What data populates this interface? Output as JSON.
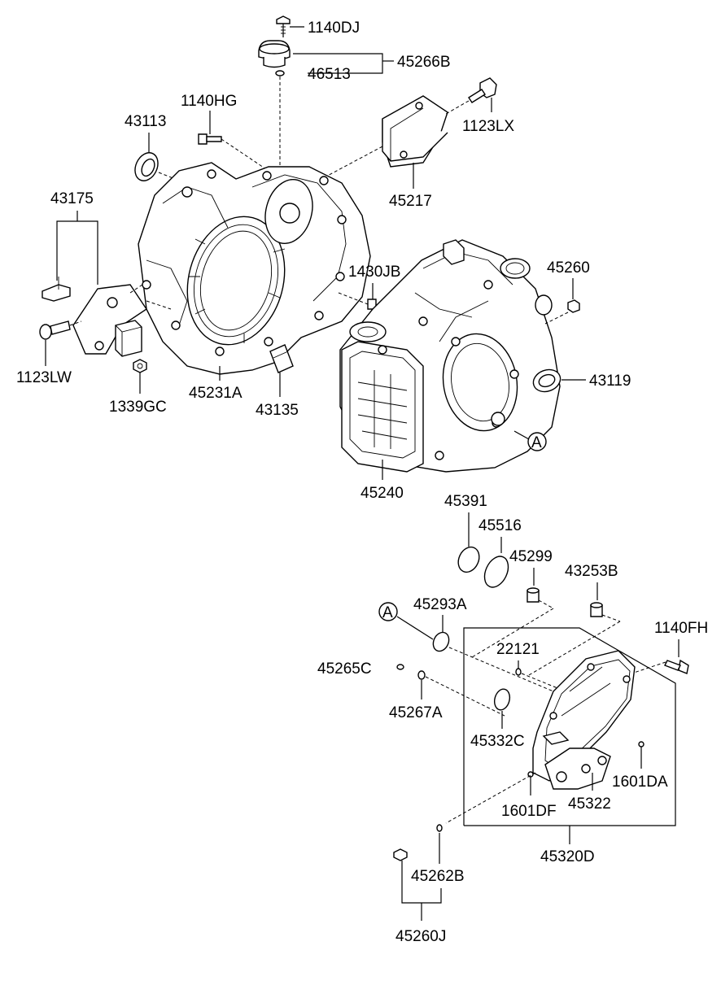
{
  "labels": {
    "p1140DJ": "1140DJ",
    "p45266B": "45266B",
    "p46513": "46513",
    "p1140HG": "1140HG",
    "p43113": "43113",
    "p1123LX": "1123LX",
    "p45217": "45217",
    "p43175": "43175",
    "p1430JB": "1430JB",
    "p45260": "45260",
    "p1123LW": "1123LW",
    "p1339GC": "1339GC",
    "p45231A": "45231A",
    "p43135": "43135",
    "p43119": "43119",
    "refA1": "A",
    "p45240": "45240",
    "p45391": "45391",
    "p45516": "45516",
    "p45299": "45299",
    "p43253B": "43253B",
    "refA2": "A",
    "p45293A": "45293A",
    "p1140FH": "1140FH",
    "p22121": "22121",
    "p45265C": "45265C",
    "p45267A": "45267A",
    "p45332C": "45332C",
    "p1601DA": "1601DA",
    "p45322": "45322",
    "p1601DF": "1601DF",
    "p45320D": "45320D",
    "p45262B": "45262B",
    "p45260J": "45260J"
  }
}
